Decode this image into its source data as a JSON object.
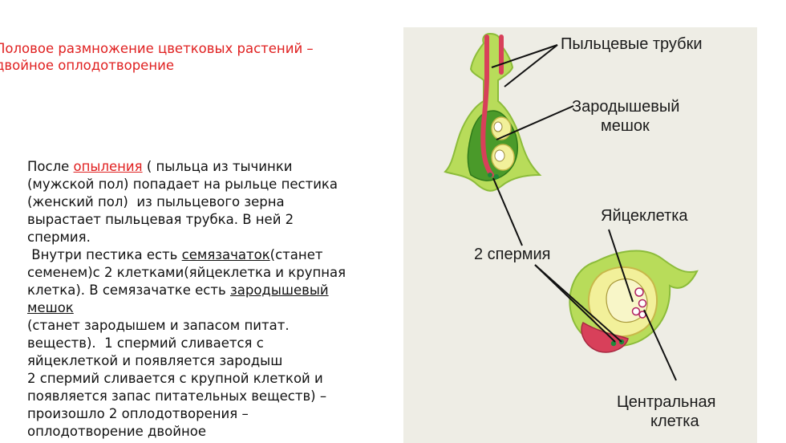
{
  "slide": {
    "title_line1": "Половое размножение цветковых растений –",
    "title_line2": "двойное оплодотворение"
  },
  "text": {
    "l1_pre": "После ",
    "l1_link": "опыления",
    "l1_post": " ( пыльца из тычинки",
    "l2": "(мужской пол) попадает на рыльце пестика",
    "l3": "(женский пол)  из пыльцевого зерна",
    "l4": "вырастает пыльцевая трубка. В ней 2",
    "l5": "спермия.",
    "l6_pre": " Внутри пестика есть ",
    "l6_u": "семязачаток",
    "l6_post": "(станет",
    "l7": "семенем)с 2 клетками(яйцеклетка и крупная",
    "l8_pre": "клетка). В семязачатке есть ",
    "l8_u": "зародышевый",
    "l9_u": "мешок",
    "l10": "(станет зародышем и запасом питат.",
    "l11": "веществ).  1 спермий сливается с",
    "l12": "яйцеклеткой и появляется зародыш",
    "l13": "2 спермий сливается с крупной клеткой и",
    "l14": "появляется запас питательных веществ) –",
    "l15": "произошло 2 оплодотворения –",
    "l16": "оплодотворение двойное"
  },
  "figure": {
    "label_tubes": "Пыльцевые трубки",
    "label_sac_1": "Зародышевый",
    "label_sac_2": "мешок",
    "label_egg": "Яйцеклетка",
    "label_sperm": "2 спермия",
    "label_central_1": "Центральная",
    "label_central_2": "клетка"
  },
  "colors": {
    "title": "#e02020",
    "link": "#e02020",
    "figure_bg": "#eeede5",
    "tissue_green": "#b8dc5a",
    "tube_red": "#d8405a",
    "sac_yellow": "#f2f09a",
    "sperm_green": "#1e8a3a"
  }
}
